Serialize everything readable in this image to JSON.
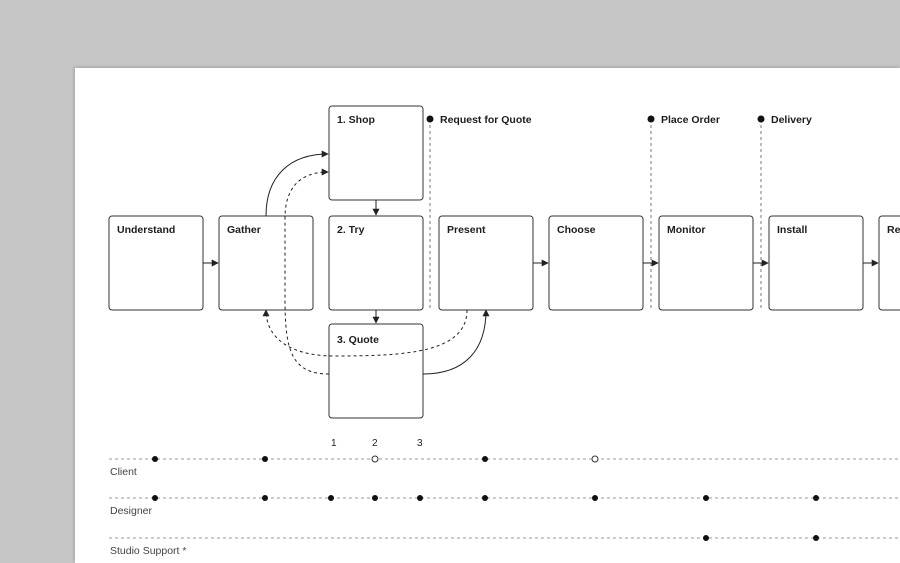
{
  "boxes": [
    {
      "id": "understand",
      "label": "Understand"
    },
    {
      "id": "gather",
      "label": "Gather"
    },
    {
      "id": "shop",
      "label": "1. Shop"
    },
    {
      "id": "try",
      "label": "2. Try"
    },
    {
      "id": "quote",
      "label": "3. Quote"
    },
    {
      "id": "present",
      "label": "Present"
    },
    {
      "id": "choose",
      "label": "Choose"
    },
    {
      "id": "monitor",
      "label": "Monitor"
    },
    {
      "id": "install",
      "label": "Install"
    },
    {
      "id": "review",
      "label": "Re"
    }
  ],
  "milestones": [
    "Request for Quote",
    "Place Order",
    "Delivery"
  ],
  "step_numbers": [
    "1",
    "2",
    "3"
  ],
  "lanes": [
    {
      "label": "Client"
    },
    {
      "label": "Designer"
    },
    {
      "label": "Studio Support *"
    }
  ],
  "colors": {
    "background": "#c6c6c6",
    "paper": "#ffffff",
    "stroke": "#222222",
    "dash": "#9a9a9a"
  }
}
